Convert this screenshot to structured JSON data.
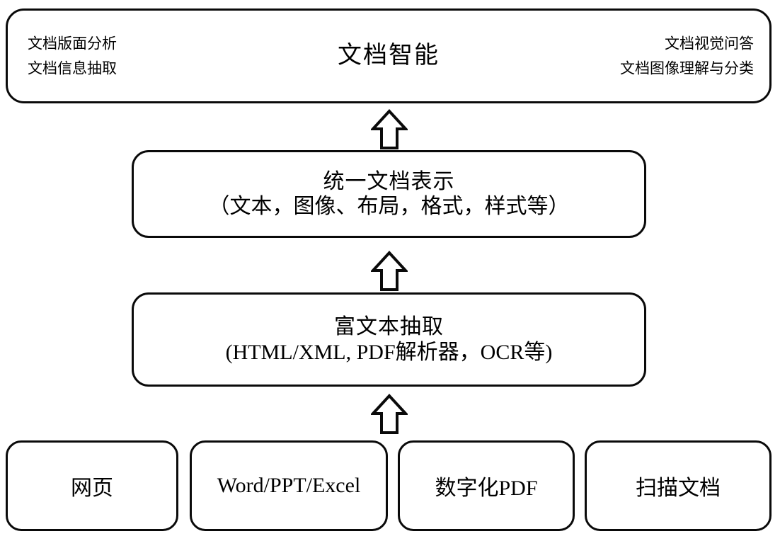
{
  "diagram": {
    "title_top": "文档智能",
    "top_left_tasks": [
      "文档版面分析",
      "文档信息抽取"
    ],
    "top_right_tasks": [
      "文档视觉问答",
      "文档图像理解与分类"
    ],
    "layers": [
      {
        "id": "unified-representation",
        "line1": "统一文档表示",
        "line2": "（文本，图像、布局，格式，样式等）"
      },
      {
        "id": "rich-text-extraction",
        "line1": "富文本抽取",
        "line2": "(HTML/XML, PDF解析器，OCR等)"
      }
    ],
    "sources": [
      {
        "id": "web-page",
        "label": "网页"
      },
      {
        "id": "office-docs",
        "label": "Word/PPT/Excel"
      },
      {
        "id": "digital-pdf",
        "label": "数字化PDF"
      },
      {
        "id": "scanned-doc",
        "label": "扫描文档"
      }
    ],
    "arrows": [
      {
        "id": "arrow-top",
        "name": "up-arrow-icon",
        "direction": "up"
      },
      {
        "id": "arrow-middle",
        "name": "up-arrow-icon",
        "direction": "up"
      },
      {
        "id": "arrow-bottom",
        "name": "up-arrow-icon",
        "direction": "up"
      }
    ],
    "colors": {
      "stroke": "#0a0a0a",
      "background": "#ffffff",
      "text": "#000000"
    }
  }
}
